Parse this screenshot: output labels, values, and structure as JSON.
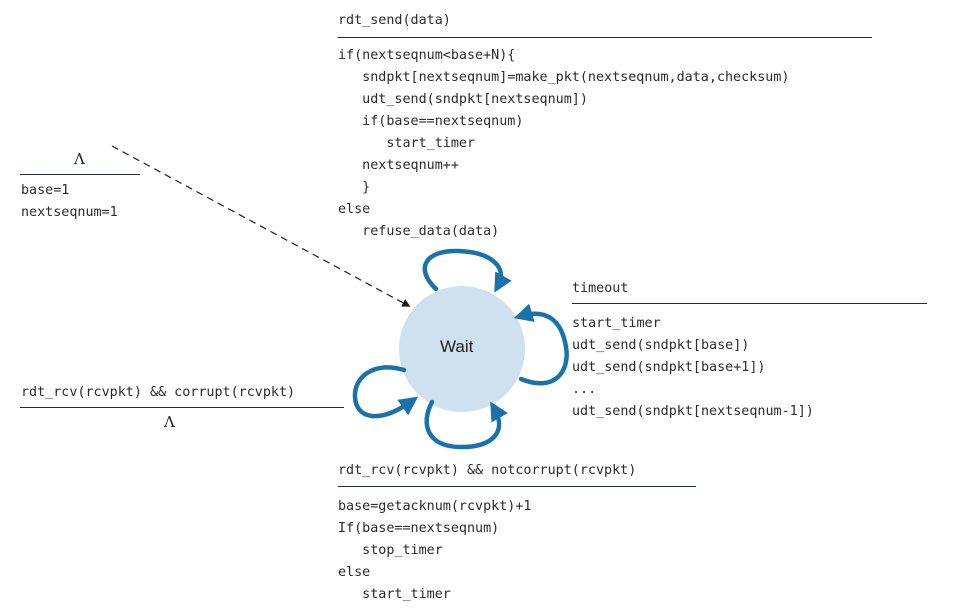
{
  "state": {
    "label": "Wait"
  },
  "colors": {
    "state_fill": "#cfe0ee",
    "arrow": "#1a72aa",
    "line": "#1e2a3a",
    "text": "#2b2b2b"
  },
  "init": {
    "event": "Λ",
    "actions": [
      "base=1",
      "nextseqnum=1"
    ]
  },
  "send": {
    "event": "rdt_send(data)",
    "actions": [
      "if(nextseqnum<base+N){",
      "   sndpkt[nextseqnum]=make_pkt(nextseqnum,data,checksum)",
      "   udt_send(sndpkt[nextseqnum])",
      "   if(base==nextseqnum)",
      "      start_timer",
      "   nextseqnum++",
      "   }",
      "else",
      "   refuse_data(data)"
    ]
  },
  "timeout": {
    "event": "timeout",
    "actions": [
      "start_timer",
      "udt_send(sndpkt[base])",
      "udt_send(sndpkt[base+1])",
      "...",
      "udt_send(sndpkt[nextseqnum-1])"
    ]
  },
  "corrupt": {
    "event": "rdt_rcv(rcvpkt) && corrupt(rcvpkt)",
    "action": "Λ"
  },
  "ack": {
    "event": "rdt_rcv(rcvpkt) && notcorrupt(rcvpkt)",
    "actions": [
      "base=getacknum(rcvpkt)+1",
      "If(base==nextseqnum)",
      "   stop_timer",
      "else",
      "   start_timer"
    ]
  }
}
